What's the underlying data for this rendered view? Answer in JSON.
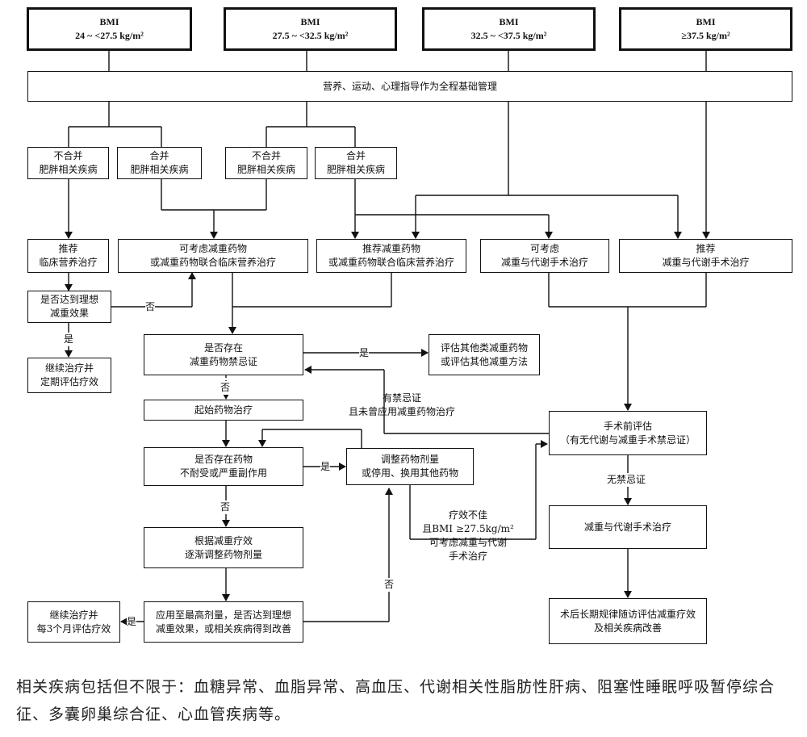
{
  "bmi_boxes": [
    {
      "line1": "BMI",
      "line2": "24 ~ <27.5 kg/m²"
    },
    {
      "line1": "BMI",
      "line2": "27.5 ~ <32.5 kg/m²"
    },
    {
      "line1": "BMI",
      "line2": "32.5 ~ <37.5 kg/m²"
    },
    {
      "line1": "BMI",
      "line2": "≥37.5 kg/m²"
    }
  ],
  "base_management": "营养、运动、心理指导作为全程基础管理",
  "comorbidity": {
    "none_1": [
      "不合并",
      "肥胖相关疾病"
    ],
    "with_1": [
      "合并",
      "肥胖相关疾病"
    ],
    "none_2": [
      "不合并",
      "肥胖相关疾病"
    ],
    "with_2": [
      "合并",
      "肥胖相关疾病"
    ]
  },
  "treatments": {
    "clinical_nutrition": [
      "推荐",
      "临床营养治疗"
    ],
    "consider_drug": [
      "可考虑减重药物",
      "或减重药物联合临床营养治疗"
    ],
    "recommend_drug": [
      "推荐减重药物",
      "或减重药物联合临床营养治疗"
    ],
    "consider_surgery": [
      "可考虑",
      "减重与代谢手术治疗"
    ],
    "recommend_surgery": [
      "推荐",
      "减重与代谢手术治疗"
    ]
  },
  "steps": {
    "ideal_effect": [
      "是否达到理想",
      "减重效果"
    ],
    "continue_eval": [
      "继续治疗并",
      "定期评估疗效"
    ],
    "contraindication": [
      "是否存在",
      "减重药物禁忌证"
    ],
    "other_methods": [
      "评估其他类减重药物",
      "或评估其他减重方法"
    ],
    "start_drug": "起始药物治疗",
    "intolerance": [
      "是否存在药物",
      "不耐受或严重副作用"
    ],
    "adjust_dose": [
      "调整药物剂量",
      "或停用、换用其他药物"
    ],
    "gradual_adjust": [
      "根据减重疗效",
      "逐渐调整药物剂量"
    ],
    "max_dose": [
      "应用至最高剂量，是否达到理想",
      "减重效果，或相关疾病得到改善"
    ],
    "continue_3m": [
      "继续治疗并",
      "每3个月评估疗效"
    ],
    "pre_surgery": [
      "手术前评估",
      "（有无代谢与减重手术禁忌证）"
    ],
    "surgery": "减重与代谢手术治疗",
    "followup": [
      "术后长期规律随访评估减重疗效",
      "及相关疾病改善"
    ]
  },
  "edge_labels": {
    "no_1": "否",
    "yes_1": "是",
    "yes_2": "是",
    "no_2": "否",
    "has_contra": [
      "有禁忌证",
      "且未曾应用减重药物治疗"
    ],
    "yes_3": "是",
    "no_3": "否",
    "no_4": "否",
    "yes_4": "是",
    "poor_effect": [
      "疗效不佳",
      "且BMI ≥27.5kg/m²",
      "可考虑减重与代谢",
      "手术治疗"
    ],
    "no_contra": "无禁忌证"
  },
  "footnote": "相关疾病包括但不限于：血糖异常、血脂异常、高血压、代谢相关性脂肪性肝病、阻塞性睡眠呼吸暂停综合征、多囊卵巢综合征、心血管疾病等。"
}
